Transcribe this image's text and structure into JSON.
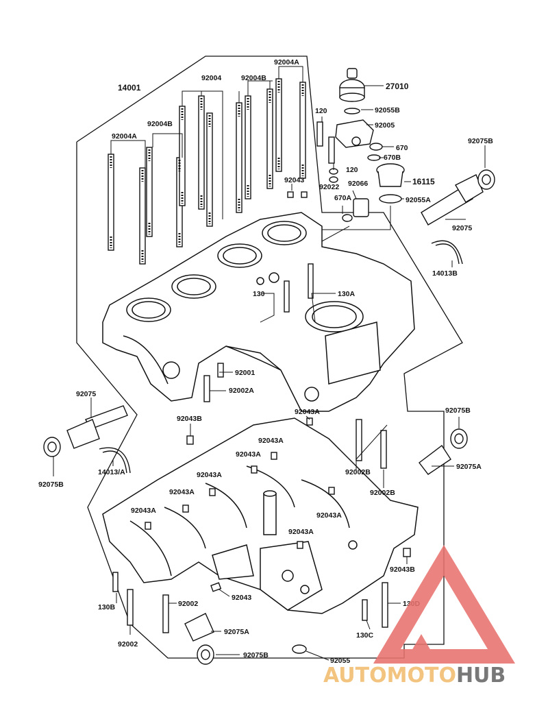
{
  "diagram": {
    "labels": {
      "l14001": "14001",
      "l92004": "92004",
      "l92004A_top": "92004A",
      "l92004B_mid": "92004B",
      "l92004B_left": "92004B",
      "l92004A_left": "92004A",
      "l120_top": "120",
      "l120_bot": "120",
      "l27010": "27010",
      "l92055B": "92055B",
      "l92005": "92005",
      "l670": "670",
      "l670B": "670B",
      "l16115": "16115",
      "l92022": "92022",
      "l92066": "92066",
      "l670A": "670A",
      "l92055A": "92055A",
      "l92043_top": "92043",
      "l92075B_tr": "92075B",
      "l92075_r": "92075",
      "l14013B": "14013B",
      "l130": "130",
      "l130A": "130A",
      "l92001": "92001",
      "l92002A": "92002A",
      "l92075_l": "92075",
      "l92075B_l": "92075B",
      "l14013A": "14013/A",
      "l92043B_a": "92043B",
      "l92043A_1": "92043A",
      "l92043A_2": "92043A",
      "l92043A_3": "92043A",
      "l92043A_4": "92043A",
      "l92043A_5": "92043A",
      "l92043A_6": "92043A",
      "l92043A_7": "92043A",
      "l92043A_8": "92043A",
      "l92002B_a": "92002B",
      "l92002B_b": "92002B",
      "l92075B_r2": "92075B",
      "l92075A_r": "92075A",
      "l92043B_b": "92043B",
      "l92043_b": "92043",
      "l130B": "130B",
      "l92002_a": "92002",
      "l92002_b": "92002",
      "l130D": "130D",
      "l130C": "130C",
      "l92075A_b": "92075A",
      "l92075B_b": "92075B",
      "l92055": "92055"
    }
  },
  "watermark": {
    "part1": "AUTOMOTO",
    "part2": "HUB",
    "color_primary": "#e8736e",
    "color_secondary": "#f2bd6f",
    "color_dark": "#666666"
  }
}
